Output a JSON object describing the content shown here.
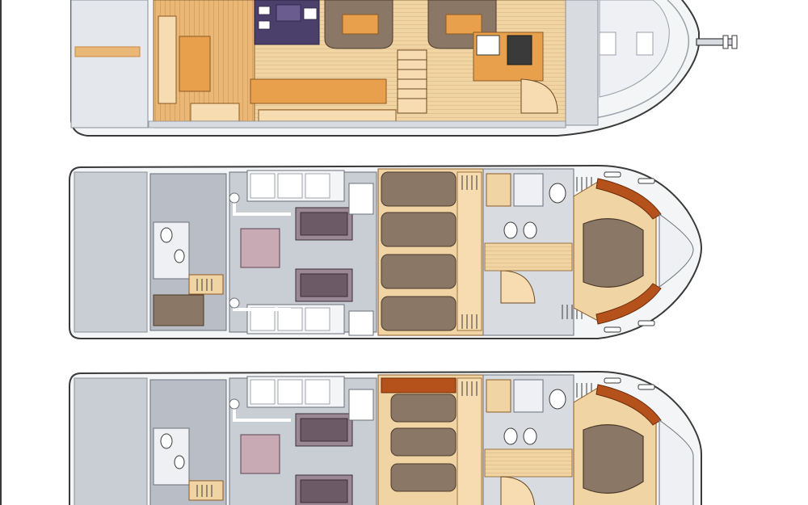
{
  "diagram": {
    "colors": {
      "hull_fill": "#f4f5f7",
      "hull_stroke": "#3a3a3a",
      "hull_gray": "#c9ced4",
      "engine_room_gray": "#b9bec6",
      "deck_gray": "#d8dce1",
      "teak": "#e9b776",
      "teak_dark": "#c98a45",
      "wood_light": "#f1d4a4",
      "mahogany": "#b5521c",
      "berth": "#8a7766",
      "berth_dark": "#6c5b4e",
      "galley_purple": "#4b3f6b",
      "white_fixture": "#ffffff"
    },
    "decks": [
      {
        "id": "upper-deck",
        "layout": "upper",
        "vertical_cut": "bottom"
      },
      {
        "id": "lower-deck-a",
        "layout": "lower",
        "vertical_cut": "none"
      },
      {
        "id": "lower-deck-b",
        "layout": "lower",
        "vertical_cut": "bottom"
      }
    ]
  }
}
